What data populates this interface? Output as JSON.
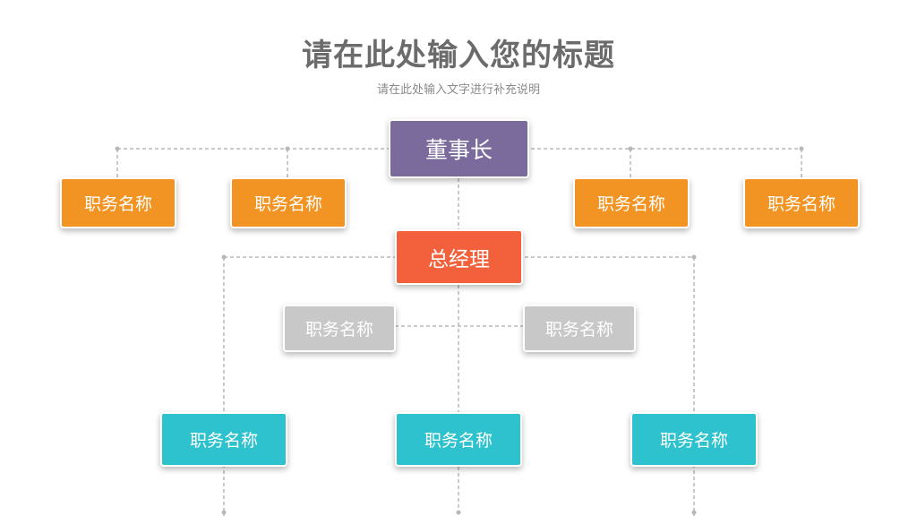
{
  "title": "请在此处输入您的标题",
  "subtitle": "请在此处输入文字进行补充说明",
  "colors": {
    "chairman": "#7a6b9c",
    "general_manager": "#f2613b",
    "level1": "#f29423",
    "assistant": "#c8c8c8",
    "level2": "#2ec2ce",
    "connector": "#b8b8b8"
  },
  "chart": {
    "chairman": "董事长",
    "general_manager": "总经理",
    "level1_positions": [
      "职务名称",
      "职务名称",
      "职务名称",
      "职务名称"
    ],
    "assistant_positions": [
      "职务名称",
      "职务名称"
    ],
    "level2_positions": [
      "职务名称",
      "职务名称",
      "职务名称"
    ]
  }
}
